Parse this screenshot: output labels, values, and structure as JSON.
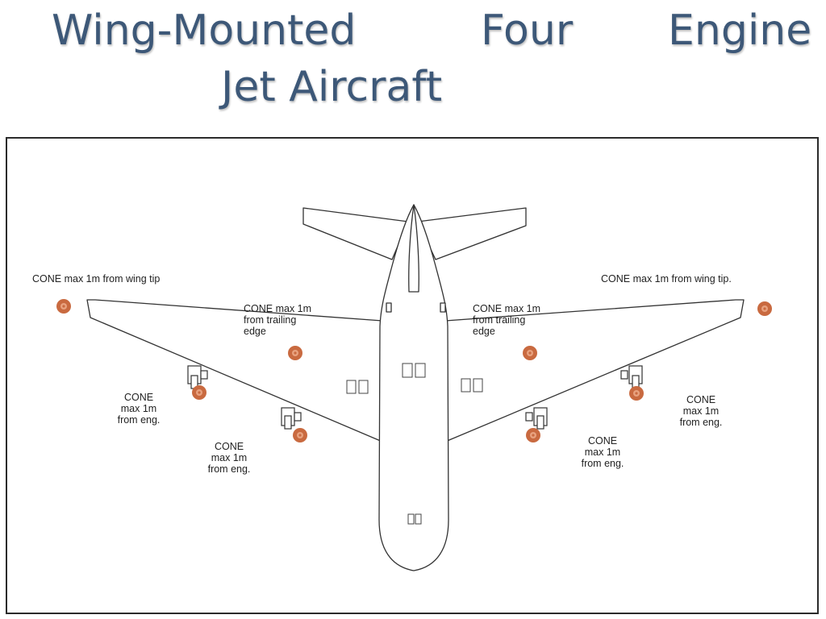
{
  "title": {
    "word1": "Wing-Mounted",
    "word2": "Four",
    "word3": "Engine",
    "line2": "Jet  Aircraft"
  },
  "labels": {
    "wing_tip_left": "CONE max 1m from wing tip",
    "wing_tip_right": "CONE max 1m from wing tip.",
    "trailing_edge_left": "CONE max 1m\nfrom trailing\nedge",
    "trailing_edge_right": "CONE max 1m\nfrom trailing\nedge",
    "engine_outer_left": "CONE\nmax 1m\nfrom eng.",
    "engine_inner_left": "CONE\nmax 1m\nfrom eng.",
    "engine_inner_right": "CONE\nmax 1m\nfrom eng.",
    "engine_outer_right": "CONE\nmax 1m\nfrom eng."
  },
  "colors": {
    "title": "#3d5878",
    "cone_outer": "#c96a40",
    "cone_inner": "#e8a27f",
    "outline": "#333333"
  }
}
